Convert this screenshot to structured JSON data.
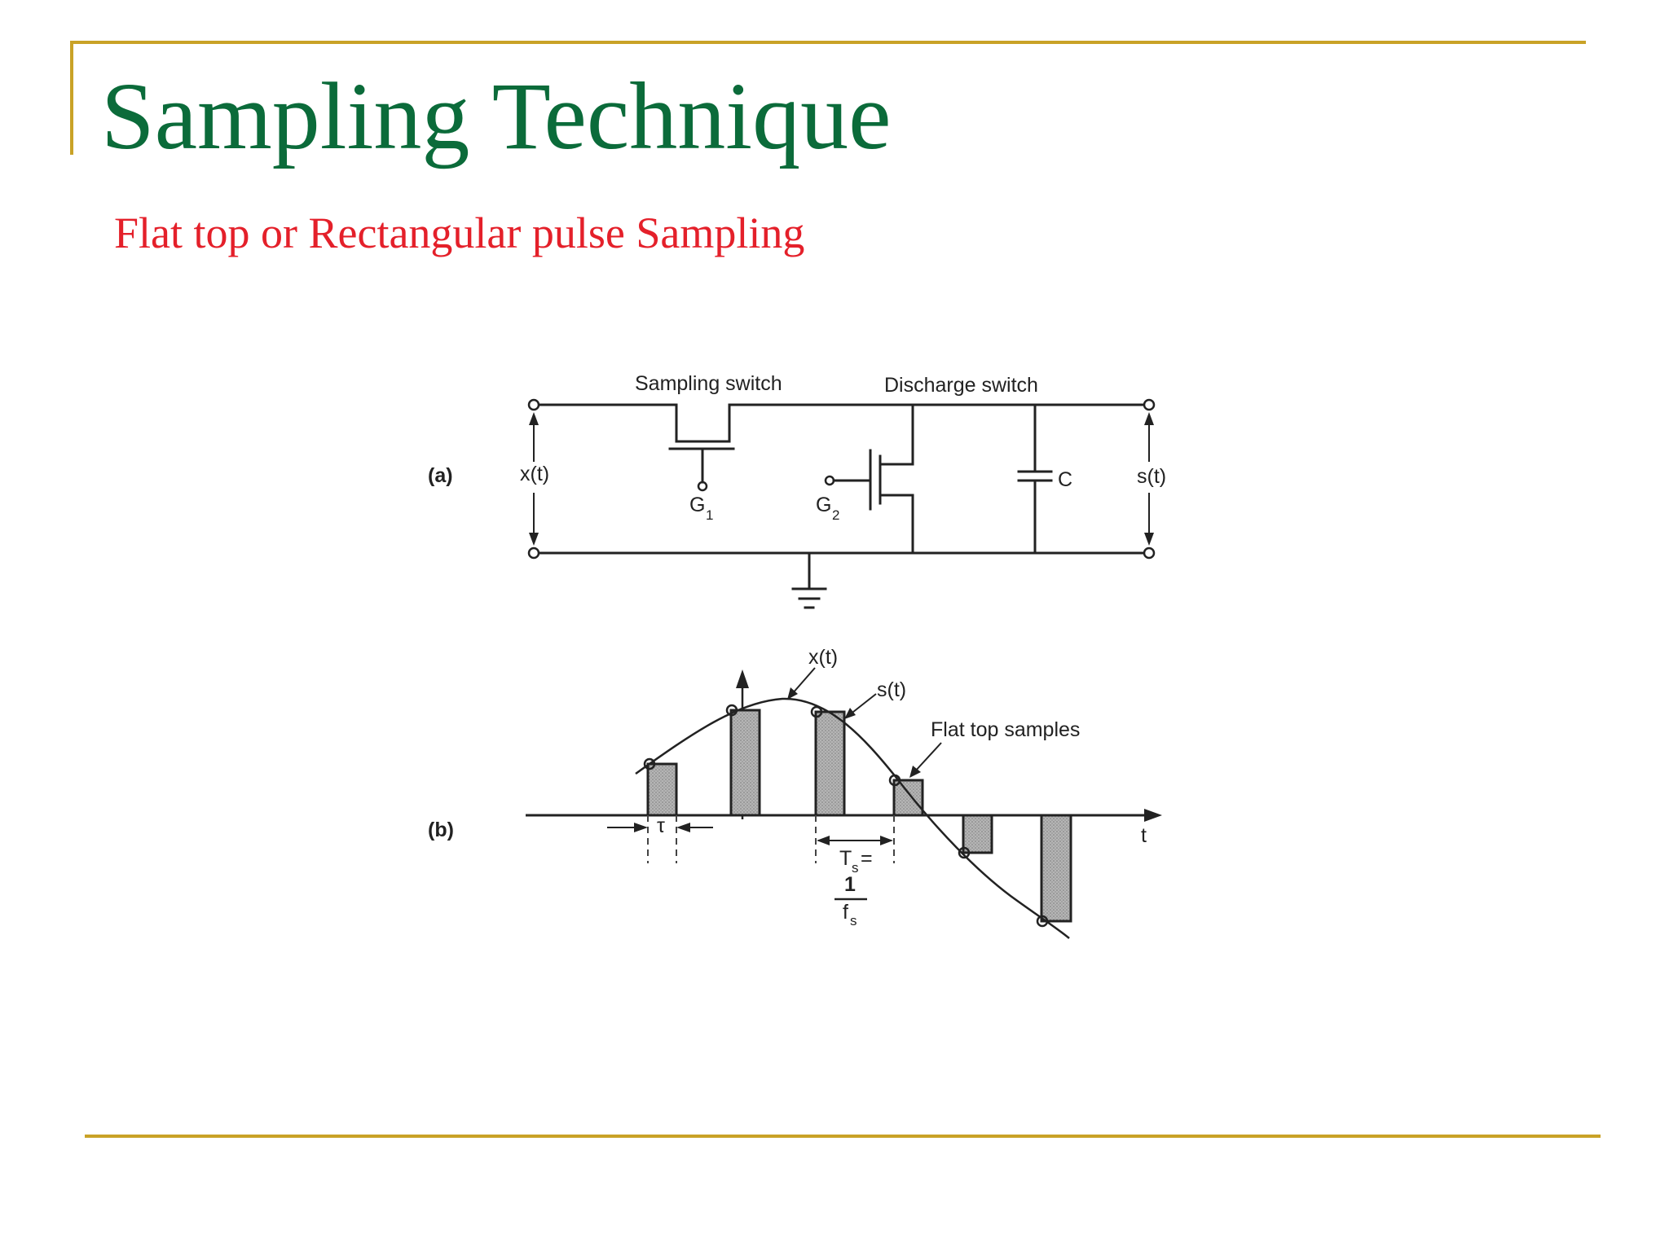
{
  "slide": {
    "title": "Sampling Technique",
    "subtitle": "Flat top or Rectangular pulse Sampling"
  },
  "diagram": {
    "panel_a": {
      "label": "(a)",
      "input": "x(t)",
      "output": "s(t)",
      "sampling_switch": "Sampling switch",
      "discharge_switch": "Discharge switch",
      "gate1": "G",
      "gate1_sub": "1",
      "gate2": "G",
      "gate2_sub": "2",
      "capacitor": "C"
    },
    "panel_b": {
      "label": "(b)",
      "signal": "x(t)",
      "samples_signal": "s(t)",
      "flat_top": "Flat top samples",
      "time_axis": "t",
      "tau": "τ",
      "ts": "T",
      "ts_sub": "s",
      "ts_eq": "=",
      "one": "1",
      "fs": "f",
      "fs_sub": "s"
    }
  }
}
